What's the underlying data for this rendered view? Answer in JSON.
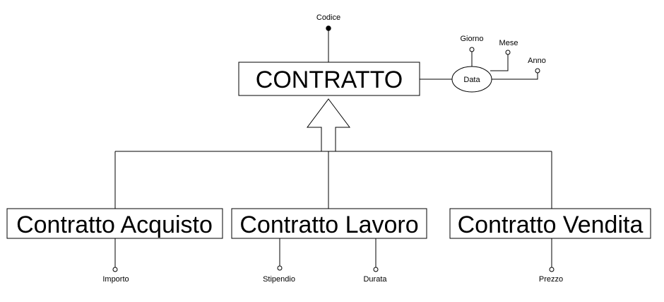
{
  "entities": {
    "parent": "CONTRATTO",
    "children": [
      "Contratto Acquisto",
      "Contratto Lavoro",
      "Contratto Vendita"
    ]
  },
  "attributes": {
    "codice": "Codice",
    "data": "Data",
    "giorno": "Giorno",
    "mese": "Mese",
    "anno": "Anno",
    "importo": "Importo",
    "stipendio": "Stipendio",
    "durata": "Durata",
    "prezzo": "Prezzo"
  }
}
